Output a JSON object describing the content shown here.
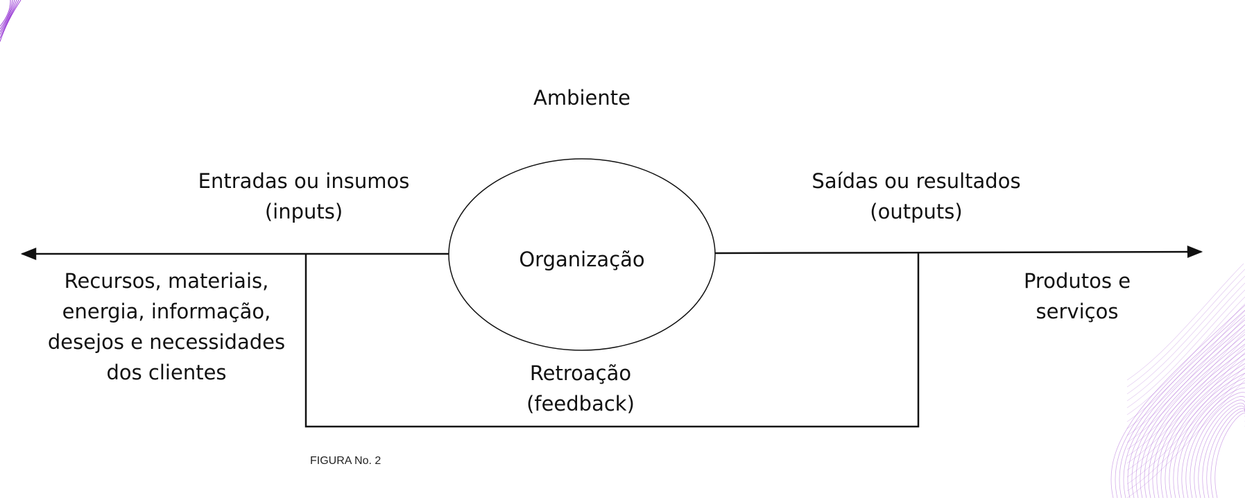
{
  "diagram": {
    "environment_label": "Ambiente",
    "inputs_title": [
      "Entradas ou insumos",
      "(inputs)"
    ],
    "outputs_title": [
      "Saídas ou resultados",
      "(outputs)"
    ],
    "center_label": "Organização",
    "inputs_detail": [
      "Recursos, materiais,",
      "energia, informação,",
      "desejos e necessidades",
      "dos clientes"
    ],
    "outputs_detail": [
      "Produtos e",
      "serviços"
    ],
    "feedback_label": [
      "Retroação",
      "(feedback)"
    ],
    "caption": "FIGURA No. 2"
  },
  "colors": {
    "line": "#111111",
    "background": "#ffffff",
    "decoration_accent": "#b06ad8"
  }
}
